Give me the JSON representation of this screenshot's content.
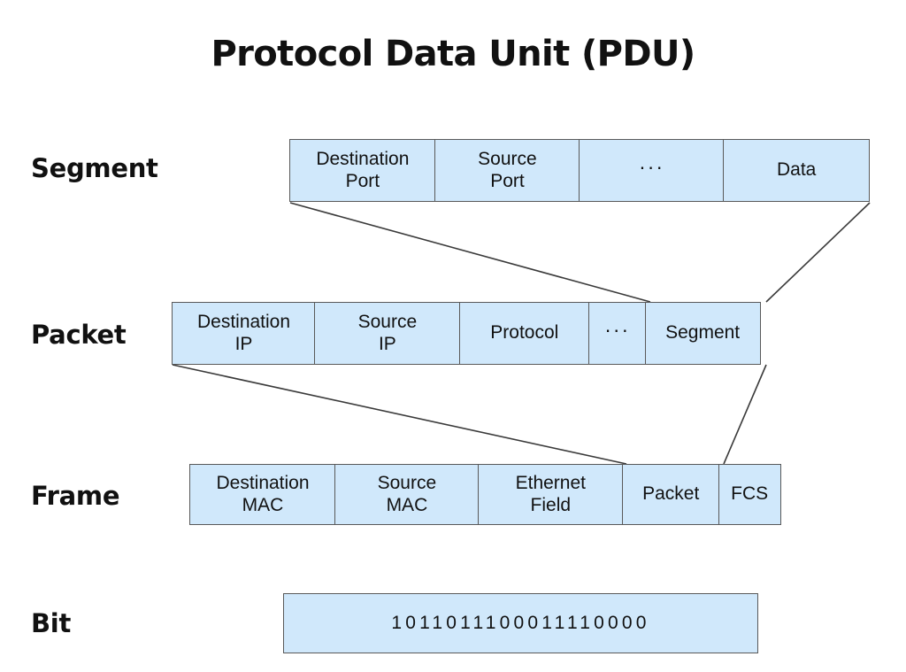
{
  "title": "Protocol Data Unit (PDU)",
  "colors": {
    "cell_fill": "#d0e8fb",
    "cell_stroke": "#595959",
    "text": "#111111",
    "background": "#ffffff",
    "connector": "#3a3a3a"
  },
  "rows": [
    {
      "label": "Segment",
      "cells": [
        {
          "text": "Destination\nPort"
        },
        {
          "text": "Source\nPort"
        },
        {
          "text": "···"
        },
        {
          "text": "Data"
        }
      ]
    },
    {
      "label": "Packet",
      "cells": [
        {
          "text": "Destination\nIP"
        },
        {
          "text": "Source\nIP"
        },
        {
          "text": "Protocol"
        },
        {
          "text": "···"
        },
        {
          "text": "Segment"
        }
      ]
    },
    {
      "label": "Frame",
      "cells": [
        {
          "text": "Destination\nMAC"
        },
        {
          "text": "Source\nMAC"
        },
        {
          "text": "Ethernet\nField"
        },
        {
          "text": "Packet"
        },
        {
          "text": "FCS"
        }
      ]
    },
    {
      "label": "Bit",
      "bits": "1011011100011110000"
    }
  ]
}
